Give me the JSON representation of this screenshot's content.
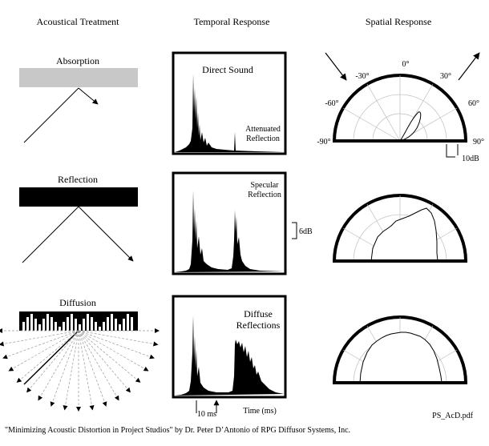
{
  "headers": {
    "col1": "Acoustical Treatment",
    "col2": "Temporal Response",
    "col3": "Spatial Response"
  },
  "rows": [
    {
      "treatment": "Absorption",
      "temporal_labels": [
        "Direct Sound",
        "Attenuated",
        "Reflection"
      ]
    },
    {
      "treatment": "Reflection",
      "temporal_labels": [
        "Specular",
        "Reflection"
      ],
      "scale_label": "6dB"
    },
    {
      "treatment": "Diffusion",
      "temporal_labels": [
        "Diffuse",
        "Reflections"
      ],
      "time_marker": "10 ms",
      "axis_label": "Time (ms)"
    }
  ],
  "polar": {
    "angles": [
      "-90°",
      "-60°",
      "-30°",
      "0°",
      "30°",
      "60°",
      "90°"
    ],
    "scale_label": "10dB"
  },
  "footer": {
    "filename": "PS_AcD.pdf",
    "citation": "\"Minimizing Acoustic Distortion in Project Studios\" by Dr. Peter D’Antonio of RPG Diffusor Systems, Inc."
  },
  "colors": {
    "absorber": "#c8c8c8",
    "reflector": "#000000",
    "grid": "#bdbdbd"
  }
}
